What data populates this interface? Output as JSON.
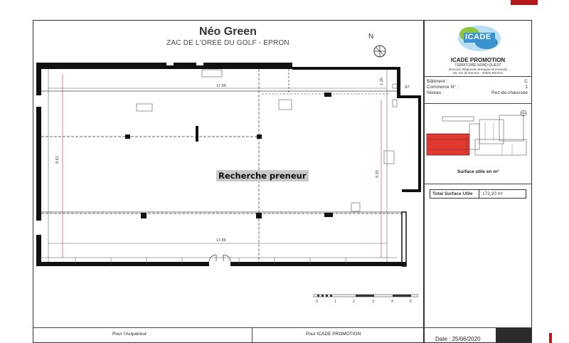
{
  "project": {
    "title": "Néo Green",
    "subtitle": "ZAC DE L'OREE DU GOLF - EPRON"
  },
  "compass": {
    "label": "N"
  },
  "logo": {
    "text": "ICADE",
    "company": "ICADE PROMOTION",
    "territory": "TERRITOIRE NORD-OUEST",
    "direction": "Direction Régionale Bretagne-Normandie",
    "address": "28, rue de Rennes - 35000 Rennes"
  },
  "info": {
    "batiment_label": "Bâtiment :",
    "batiment_value": "C",
    "commerce_label": "Commerce N° :",
    "commerce_value": "1",
    "niveau_label": "Niveau :",
    "niveau_value": "Rez-de-chaussée"
  },
  "surface": {
    "caption": "Surface utile en m²",
    "total_label": "Total Surface Utile",
    "total_value": "172,20 m²"
  },
  "plan": {
    "banner": "Recherche preneur",
    "dims": {
      "top_width": "17.90",
      "bottom_width": "17.85",
      "left_height": "9.61",
      "right_height": "9.33",
      "corner_a": "1.20",
      "corner_b": ".87"
    },
    "scale_ticks": [
      "0",
      "1",
      "2",
      "3",
      "4",
      "5"
    ]
  },
  "footer": {
    "acquereur": "Pour l'Acquéreur",
    "icade": "Pour ICADE PROMOTION",
    "date": "Date : 25/06/2020"
  },
  "colors": {
    "accent_red": "#b5171d",
    "highlight_unit": "#e3382f",
    "logo_blue": "#3a93cf",
    "logo_green": "#8cc63f"
  }
}
